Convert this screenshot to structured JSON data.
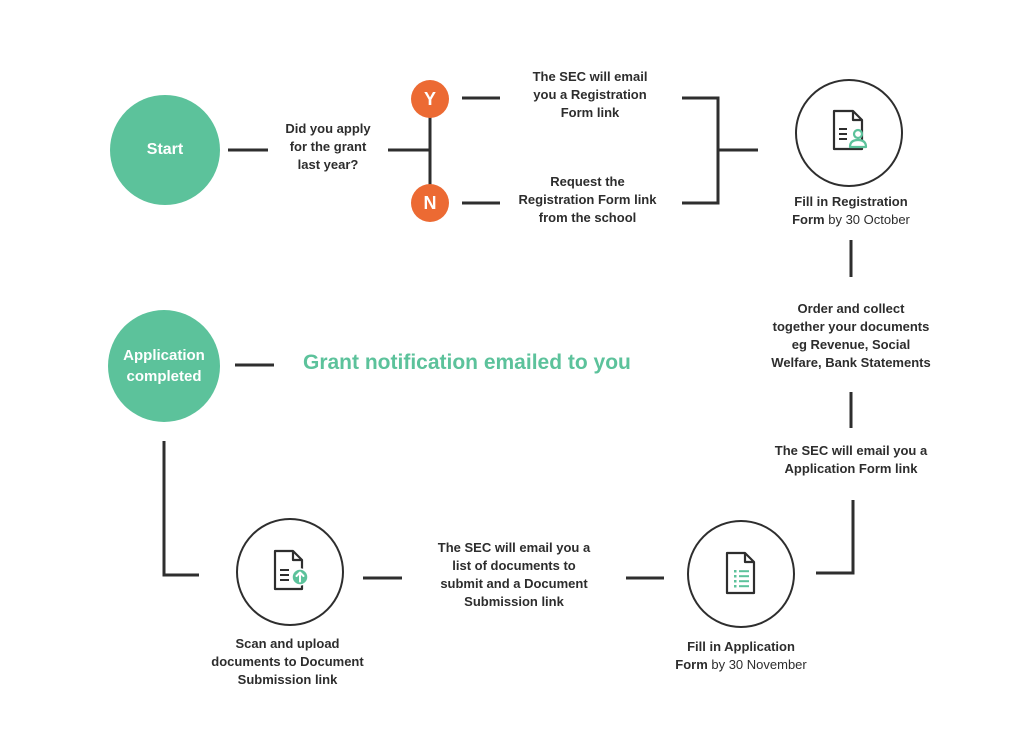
{
  "start": {
    "label": "Start"
  },
  "question": {
    "text": "Did you apply\nfor the grant\nlast year?"
  },
  "yes": {
    "label": "Y",
    "text": "The SEC will email\nyou a Registration\nForm link"
  },
  "no": {
    "label": "N",
    "text": "Request the\nRegistration Form link\nfrom the school"
  },
  "registration": {
    "icon": "document-user-icon",
    "text_bold": "Fill in Registration\nForm",
    "text_normal": " by 30 October"
  },
  "collect": {
    "text": "Order and collect\ntogether your documents\neg Revenue, Social\nWelfare, Bank Statements"
  },
  "sec_application": {
    "text": "The SEC will email you a\nApplication Form link"
  },
  "application": {
    "icon": "document-list-icon",
    "text_bold": "Fill in Application\nForm",
    "text_normal": " by 30 November"
  },
  "sec_documents": {
    "text": "The SEC will email you a\nlist of documents to\nsubmit and a Document\nSubmission link"
  },
  "upload": {
    "icon": "document-upload-icon",
    "text": "Scan and upload\ndocuments to Document\nSubmission link"
  },
  "completed": {
    "label": "Application\ncompleted"
  },
  "notification": {
    "text": "Grant notification emailed to you"
  },
  "colors": {
    "green": "#5cc29b",
    "orange": "#ec6a33",
    "line": "#2e2e2e"
  }
}
